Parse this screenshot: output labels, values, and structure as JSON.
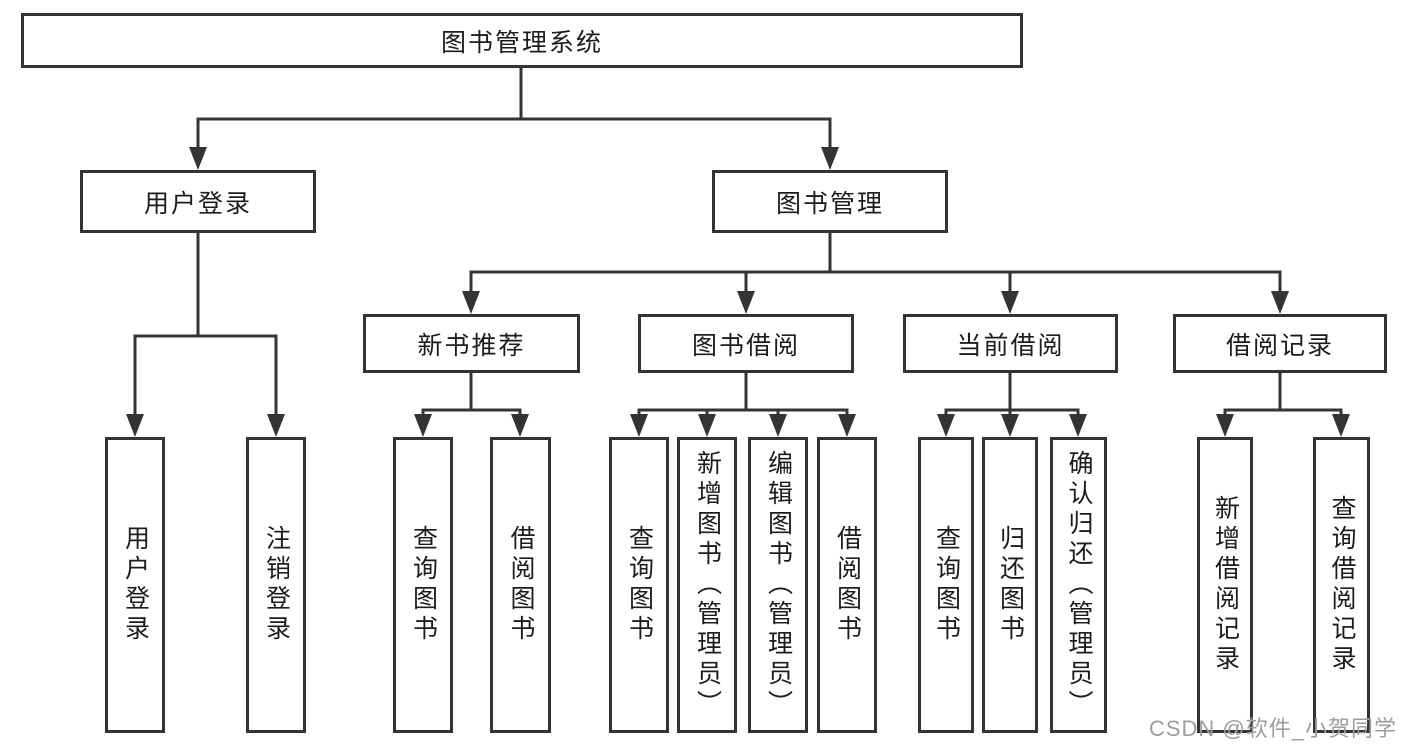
{
  "diagram": {
    "background": "#ffffff",
    "line_color": "#343434",
    "text_color": "#1c1c1c",
    "tree": {
      "label": "图书管理系统",
      "children": [
        {
          "label": "用户登录",
          "children": [
            {
              "label": "用户登录"
            },
            {
              "label": "注销登录"
            }
          ]
        },
        {
          "label": "图书管理",
          "children": [
            {
              "label": "新书推荐",
              "children": [
                {
                  "label": "查询图书"
                },
                {
                  "label": "借阅图书"
                }
              ]
            },
            {
              "label": "图书借阅",
              "children": [
                {
                  "label": "查询图书"
                },
                {
                  "label": "新增图书（管理员）"
                },
                {
                  "label": "编辑图书（管理员）"
                },
                {
                  "label": "借阅图书"
                }
              ]
            },
            {
              "label": "当前借阅",
              "children": [
                {
                  "label": "查询图书"
                },
                {
                  "label": "归还图书"
                },
                {
                  "label": "确认归还（管理员）"
                }
              ]
            },
            {
              "label": "借阅记录",
              "children": [
                {
                  "label": "新增借阅记录"
                },
                {
                  "label": "查询借阅记录"
                }
              ]
            }
          ]
        }
      ]
    },
    "watermark": {
      "text": "CSDN @软件_小贺同学",
      "color": "#9d9d9d"
    }
  }
}
